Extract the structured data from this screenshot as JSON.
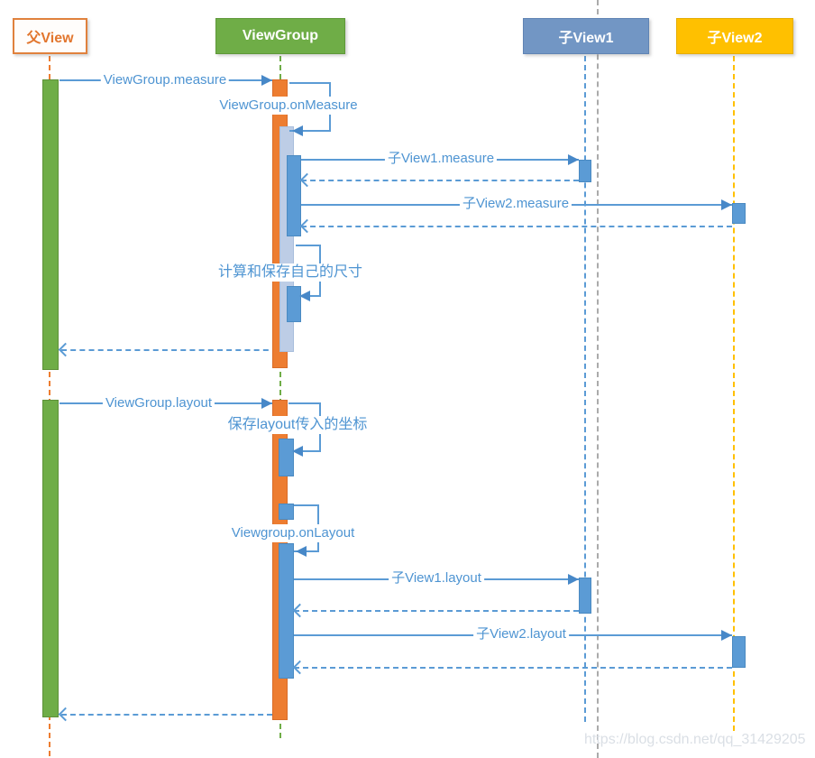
{
  "actors": [
    {
      "id": "parent-view",
      "label": "父View"
    },
    {
      "id": "viewgroup",
      "label": "ViewGroup"
    },
    {
      "id": "child-view1",
      "label": "子View1"
    },
    {
      "id": "child-view2",
      "label": "子View2"
    }
  ],
  "messages": {
    "viewgroup_measure": "ViewGroup.measure",
    "viewgroup_onmeasure": "ViewGroup.onMeasure",
    "child1_measure": "子View1.measure",
    "child2_measure": "子View2.measure",
    "calc_save_size": "计算和保存自己的尺寸",
    "viewgroup_layout": "ViewGroup.layout",
    "save_layout_coords": "保存layout传入的坐标",
    "viewgroup_onlayout": "Viewgroup.onLayout",
    "child1_layout": "子View1.layout",
    "child2_layout": "子View2.layout"
  },
  "watermark": "https://blog.csdn.net/qq_31429205",
  "colors": {
    "message_blue": "#5B9BD5",
    "arrow_blue": "#4788C8",
    "text_blue": "#4E94D2",
    "orange": "#ED7D31",
    "green": "#6FAD47",
    "yellow": "#FFC000",
    "pale_blue_activation": "#BDCDE6",
    "child1_box_blue": "#7296C4",
    "parent_text_orange": "#E2762E",
    "gray_guide_line": "#ABABAB",
    "watermark_gray": "#DADFE5"
  }
}
